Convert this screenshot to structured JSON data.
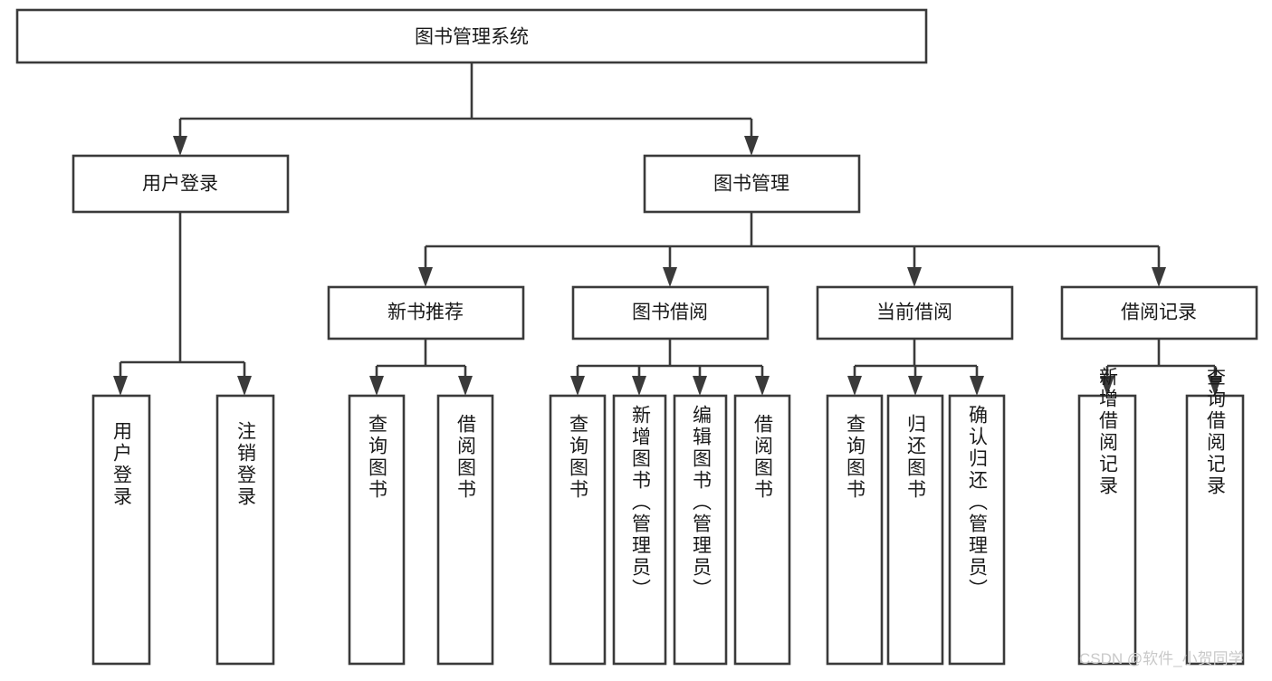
{
  "diagram": {
    "type": "tree-hierarchy",
    "title": "图书管理系统功能结构图",
    "orientation": "top-down",
    "levels": 4,
    "root": {
      "id": "root",
      "label": "图书管理系统",
      "orientation": "horizontal"
    },
    "level2": [
      {
        "id": "user-login",
        "label": "用户登录",
        "orientation": "horizontal"
      },
      {
        "id": "book-manage",
        "label": "图书管理",
        "orientation": "horizontal"
      }
    ],
    "level3": [
      {
        "id": "new-book-rec",
        "label": "新书推荐",
        "parent": "book-manage",
        "orientation": "horizontal"
      },
      {
        "id": "book-borrow",
        "label": "图书借阅",
        "parent": "book-manage",
        "orientation": "horizontal"
      },
      {
        "id": "current-borrow",
        "label": "当前借阅",
        "parent": "book-manage",
        "orientation": "horizontal"
      },
      {
        "id": "borrow-record",
        "label": "借阅记录",
        "parent": "book-manage",
        "orientation": "horizontal"
      }
    ],
    "leaves": [
      {
        "id": "leaf-user-login",
        "label": "用户登录",
        "parent": "user-login",
        "orientation": "vertical"
      },
      {
        "id": "leaf-user-logout",
        "label": "注销登录",
        "parent": "user-login",
        "orientation": "vertical"
      },
      {
        "id": "leaf-query-book-1",
        "label": "查询图书",
        "parent": "new-book-rec",
        "orientation": "vertical"
      },
      {
        "id": "leaf-borrow-book-1",
        "label": "借阅图书",
        "parent": "new-book-rec",
        "orientation": "vertical"
      },
      {
        "id": "leaf-query-book-2",
        "label": "查询图书",
        "parent": "book-borrow",
        "orientation": "vertical"
      },
      {
        "id": "leaf-add-book",
        "label": "新增图书（管理员）",
        "parent": "book-borrow",
        "orientation": "vertical"
      },
      {
        "id": "leaf-edit-book",
        "label": "编辑图书（管理员）",
        "parent": "book-borrow",
        "orientation": "vertical"
      },
      {
        "id": "leaf-borrow-book-2",
        "label": "借阅图书",
        "parent": "book-borrow",
        "orientation": "vertical"
      },
      {
        "id": "leaf-query-book-3",
        "label": "查询图书",
        "parent": "current-borrow",
        "orientation": "vertical"
      },
      {
        "id": "leaf-return-book",
        "label": "归还图书",
        "parent": "current-borrow",
        "orientation": "vertical"
      },
      {
        "id": "leaf-confirm-return",
        "label": "确认归还（管理员）",
        "parent": "current-borrow",
        "orientation": "vertical"
      },
      {
        "id": "leaf-add-record",
        "label": "新增借阅记录",
        "parent": "borrow-record",
        "orientation": "vertical"
      },
      {
        "id": "leaf-query-record",
        "label": "查询借阅记录",
        "parent": "borrow-record",
        "orientation": "vertical"
      }
    ]
  },
  "watermark": {
    "text": "CSDN @软件_小贺同学"
  },
  "colors": {
    "background": "#ffffff",
    "box_fill": "#ffffff",
    "box_stroke": "#3a3a3a",
    "text": "#1a1a1a",
    "watermark": "#c9c9c9"
  }
}
